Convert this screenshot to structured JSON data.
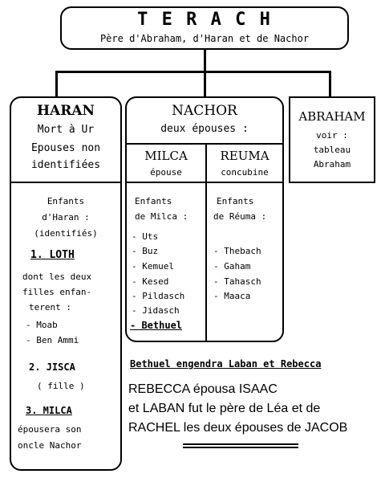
{
  "terach": {
    "name": "T E R A C H",
    "subtitle": "Père d'Abraham, d'Haran et de Nachor"
  },
  "haran": {
    "name": "HARAN",
    "line1": "Mort à Ur",
    "line2": "Epouses non",
    "line3": "identifiées",
    "children_title1": "Enfants",
    "children_title2": "d'Haran :",
    "children_title3": "(identifiés)",
    "child1": "1. LOTH",
    "child1_note1": "dont les deux",
    "child1_note2": "filles enfan-",
    "child1_note3": "terent :",
    "child1_kids": [
      "- Moab",
      "- Ben Ammi"
    ],
    "child2": "2. JISCA",
    "child2_note": "( fille )",
    "child3": "3. MILCA",
    "child3_note1": "épousera son",
    "child3_note2": "oncle Nachor"
  },
  "nachor": {
    "name": "NACHOR",
    "subtitle": "deux épouses :",
    "milca": {
      "name": "MILCA",
      "role": "épouse",
      "children_title1": "Enfants",
      "children_title2": "de Milca :",
      "children": [
        "- Uts",
        "- Buz",
        "- Kemuel",
        "- Kesed",
        "- Pildasch",
        "- Jidasch"
      ],
      "last_child": "- Bethuel"
    },
    "reuma": {
      "name": "REUMA",
      "role": "concubine",
      "children_title1": "Enfants",
      "children_title2": "de Réuma :",
      "children": [
        "- Thebach",
        "- Gaham",
        "- Tahasch",
        "- Maaca"
      ]
    }
  },
  "abraham": {
    "name": "ABRAHAM",
    "line1": "voir :",
    "line2": "tableau",
    "line3": "Abraham"
  },
  "notes": {
    "bethuel": "Bethuel engendra Laban et Rebecca",
    "line1": "REBECCA  épousa ISAAC",
    "line2": "et LABAN fut le père de Léa et de",
    "line3": "RACHEL les deux épouses de JACOB"
  }
}
